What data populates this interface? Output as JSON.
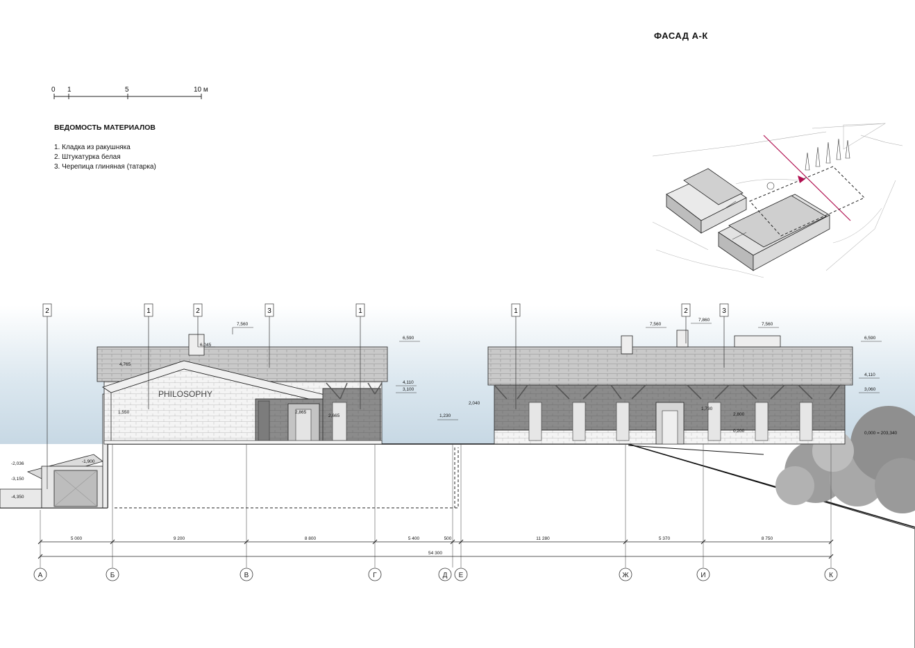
{
  "title": "ФАСАД А-К",
  "scale_bar": {
    "labels": [
      "0",
      "1",
      "5",
      "10 м"
    ]
  },
  "materials": {
    "title": "ВЕДОМОСТЬ МАТЕРИАЛОВ",
    "items": [
      "1. Кладка из ракушняка",
      "2. Штукатурка белая",
      "3. Черепица глиняная (татарка)"
    ]
  },
  "material_tags": [
    "2",
    "1",
    "2",
    "3",
    "1",
    "1",
    "2",
    "3"
  ],
  "elevations": {
    "left": [
      "7,560",
      "6,045",
      "6,590",
      "4,765",
      "4,110",
      "3,100",
      "1,550",
      "2,865",
      "2,665",
      "1,230",
      "-2,036",
      "-1,900",
      "-3,150",
      "-4,350"
    ],
    "right": [
      "7,560",
      "7,860",
      "7,560",
      "6,590",
      "4,110",
      "3,060",
      "2,040",
      "1,730",
      "2,800",
      "0,200",
      "0,000 = 203,340"
    ]
  },
  "facade_sign": "PHILOSOPHY",
  "dimensions": {
    "segments": [
      "5 000",
      "9 200",
      "8 800",
      "5 400",
      "500",
      "11 280",
      "5 370",
      "8 750"
    ],
    "total": "54 300"
  },
  "axes": [
    "А",
    "Б",
    "В",
    "Г",
    "Д",
    "Е",
    "Ж",
    "И",
    "К"
  ]
}
